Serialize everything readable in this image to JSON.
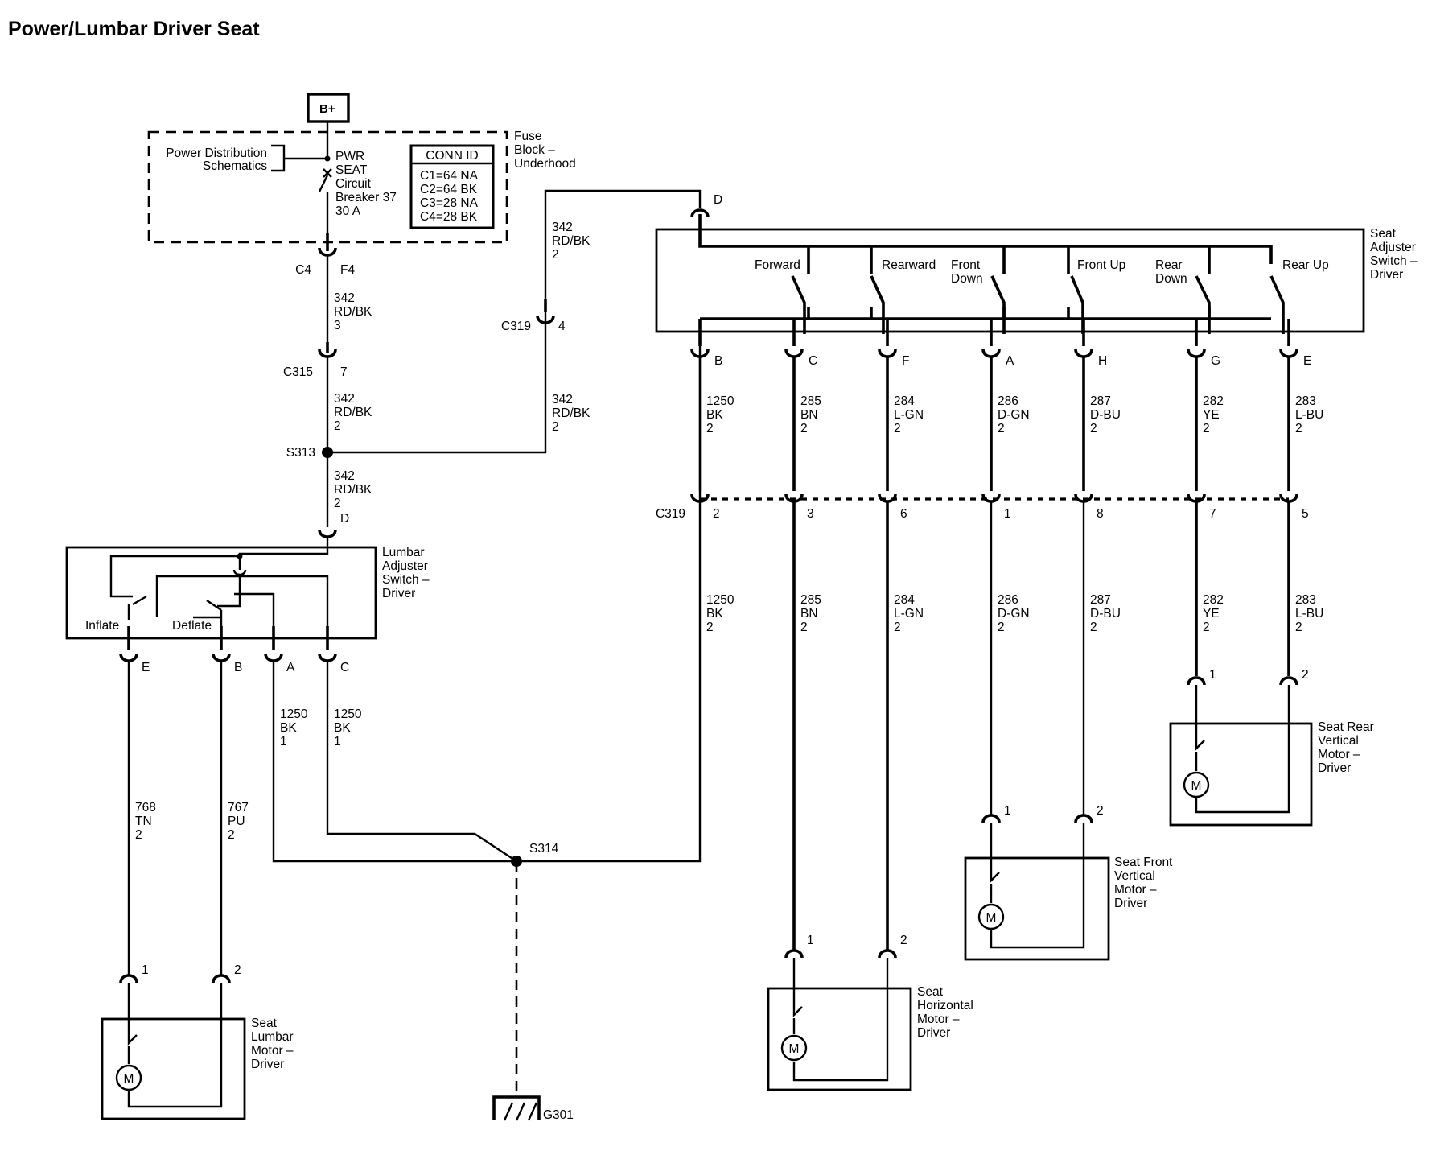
{
  "title": "Power/Lumbar Driver Seat",
  "battery": "B+",
  "fuse_block": {
    "label": [
      "Fuse",
      "Block –",
      "Underhood"
    ],
    "ref": [
      "Power Distribution",
      "Schematics"
    ],
    "breaker": [
      "PWR",
      "SEAT",
      "Circuit",
      "Breaker 37",
      "30 A"
    ],
    "conn_id_header": "CONN ID",
    "conn_ids": [
      "C1=64 NA",
      "C2=64 BK",
      "C3=28 NA",
      "C4=28 BK"
    ],
    "out_conn": "C4",
    "out_pin": "F4"
  },
  "connectors": {
    "c315": "C315",
    "c315_pin": "7",
    "c319_top": "C319",
    "c319_top_pin": "4",
    "c319_bottom": "C319",
    "c319_pins": [
      "2",
      "3",
      "6",
      "1",
      "8",
      "7",
      "5"
    ]
  },
  "splices": {
    "s313": "S313",
    "s314": "S314"
  },
  "ground": "G301",
  "wires": {
    "w342_3": [
      "342",
      "RD/BK",
      "3"
    ],
    "w342_2": [
      "342",
      "RD/BK",
      "2"
    ],
    "w1250_1": [
      "1250",
      "BK",
      "1"
    ],
    "w768": [
      "768",
      "TN",
      "2"
    ],
    "w767": [
      "767",
      "PU",
      "2"
    ],
    "seat_upper": [
      [
        "1250",
        "BK",
        "2"
      ],
      [
        "285",
        "BN",
        "2"
      ],
      [
        "284",
        "L-GN",
        "2"
      ],
      [
        "286",
        "D-GN",
        "2"
      ],
      [
        "287",
        "D-BU",
        "2"
      ],
      [
        "282",
        "YE",
        "2"
      ],
      [
        "283",
        "L-BU",
        "2"
      ]
    ]
  },
  "lumbar_switch": {
    "label": [
      "Lumbar",
      "Adjuster",
      "Switch –",
      "Driver"
    ],
    "inflate": "Inflate",
    "deflate": "Deflate",
    "pin_in": "D",
    "pins": [
      "E",
      "B",
      "A",
      "C"
    ]
  },
  "seat_switch": {
    "label": [
      "Seat",
      "Adjuster",
      "Switch –",
      "Driver"
    ],
    "pin_in": "D",
    "positions": [
      "Forward",
      "Rearward",
      "Front",
      "Down",
      "Front Up",
      "Rear",
      "Down",
      "Rear Up"
    ],
    "pins": [
      "B",
      "C",
      "F",
      "A",
      "H",
      "G",
      "E"
    ]
  },
  "motors": {
    "lumbar": [
      "Seat",
      "Lumbar",
      "Motor –",
      "Driver"
    ],
    "horizontal": [
      "Seat",
      "Horizontal",
      "Motor –",
      "Driver"
    ],
    "front_vertical": [
      "Seat Front",
      "Vertical",
      "Motor –",
      "Driver"
    ],
    "rear_vertical": [
      "Seat Rear",
      "Vertical",
      "Motor –",
      "Driver"
    ],
    "symbol": "M",
    "pin_1": "1",
    "pin_2": "2"
  }
}
